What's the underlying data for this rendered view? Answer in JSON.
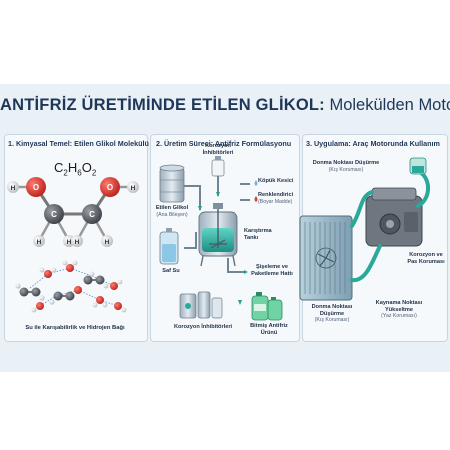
{
  "title": {
    "bold": "ANTİFRİZ ÜRETİMİNDE ETİLEN GLİKOL:",
    "rest": "Molekülden Motora"
  },
  "panels": {
    "p1": {
      "heading": "1. Kimyasal Temel: Etilen Glikol Molekülü",
      "caption": "Su ile Karışabilirlik ve Hidrojen Bağı"
    },
    "p2": {
      "heading": "2. Üretim Süreci: Antifriz Formülasyonu"
    },
    "p3": {
      "heading": "3. Uygulama: Araç Motorunda Kullanım"
    }
  },
  "formula": {
    "c": "C",
    "c_sub": "2",
    "h": "H",
    "h_sub": "6",
    "o": "O",
    "o_sub": "2"
  },
  "molecule": {
    "atom_o": "O",
    "atom_h": "H",
    "atom_c": "C"
  },
  "process": {
    "corrosion_top_1": "Korozyon",
    "corrosion_top_2": "İnhibitörleri",
    "antifoam": "Köpük Kesici",
    "dye": "Renklendirici",
    "dye_sub": "(Boyar Madde)",
    "glycol": "Etilen Glikol",
    "glycol_sub": "(Ana Bileşen)",
    "tank_1": "Karıştırma",
    "tank_2": "Tankı",
    "water": "Saf Su",
    "filling_1": "Şişeleme ve",
    "filling_2": "Paketleme Hattı",
    "corrosion_bottom": "Korozyon İnhibitörleri",
    "product_1": "Bitmiş Antifriz",
    "product_2": "Ürünü"
  },
  "engine": {
    "freeze_top_1": "Donma Noktası Düşürme",
    "freeze_top_sub": "(Kış Koruması)",
    "corrosion_1": "Korozyon ve",
    "corrosion_2": "Pas Koruması",
    "freeze_bottom_1": "Donma Noktası",
    "freeze_bottom_2": "Düşürme",
    "freeze_bottom_sub": "(Kış Koruması)",
    "boil_1": "Kaynama Noktası",
    "boil_2": "Yükseltme",
    "boil_sub": "(Yaz Koruması)"
  },
  "colors": {
    "title": "#1f3658",
    "coolant": "#2aa89a",
    "oxygen": "#d8332b",
    "carbon": "#5a5f66",
    "hydrogen": "#e8e8e8",
    "tank": "#c7d5df",
    "radiator": "#8fb3c6"
  }
}
